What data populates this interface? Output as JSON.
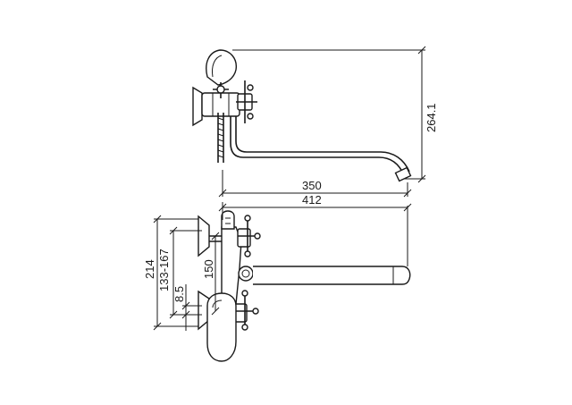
{
  "dimensions": {
    "top_height": "264.1",
    "top_width": "350",
    "overall_width": "412",
    "side_height": "214",
    "side_range": "133-167",
    "side_offset": "8.5",
    "side_center": "150"
  }
}
